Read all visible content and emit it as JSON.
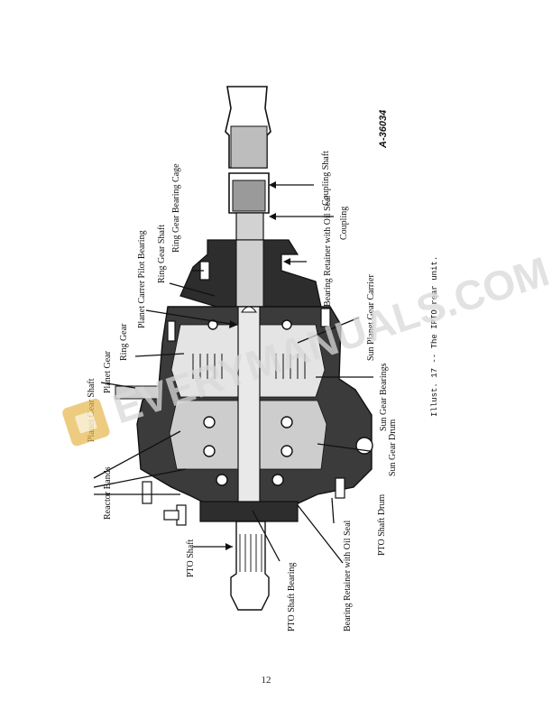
{
  "figure": {
    "reference_id": "A-36034",
    "caption": "Illust. 17 -- The IPTO rear unit.",
    "page_number": "12"
  },
  "labels": {
    "coupling_shaft": "Coupling Shaft",
    "coupling": "Coupling",
    "ring_gear_bearing_cage": "Ring Gear Bearing Cage",
    "ring_gear_shaft": "Ring Gear Shaft",
    "planet_carrier_pilot_bearing": "Planet Carrer Pilot Bearing",
    "ring_gear": "Ring Gear",
    "planet_gear": "Planet Gear",
    "planet_gear_shaft": "Planet Gear Shaft",
    "reactor_bands": "Reactor Bands",
    "pto_shaft": "PTO Shaft",
    "pto_shaft_bearing": "PTO Shaft Bearing",
    "bearing_retainer_oil_seal_lower": "Bearing Retainer with Oil Seal",
    "pto_shaft_drum": "PTO Shaft Drum",
    "sun_gear_drum": "Sun Gear Drum",
    "sun_gear_bearings": "Sun Gear Bearings",
    "sun_planet_gear_carrier": "Sun Planet Gear Carrier",
    "bearing_retainer_oil_seal_upper": "Bearing Retainer with Oil Seal"
  },
  "watermark": "EVERYMANUALS.COM"
}
